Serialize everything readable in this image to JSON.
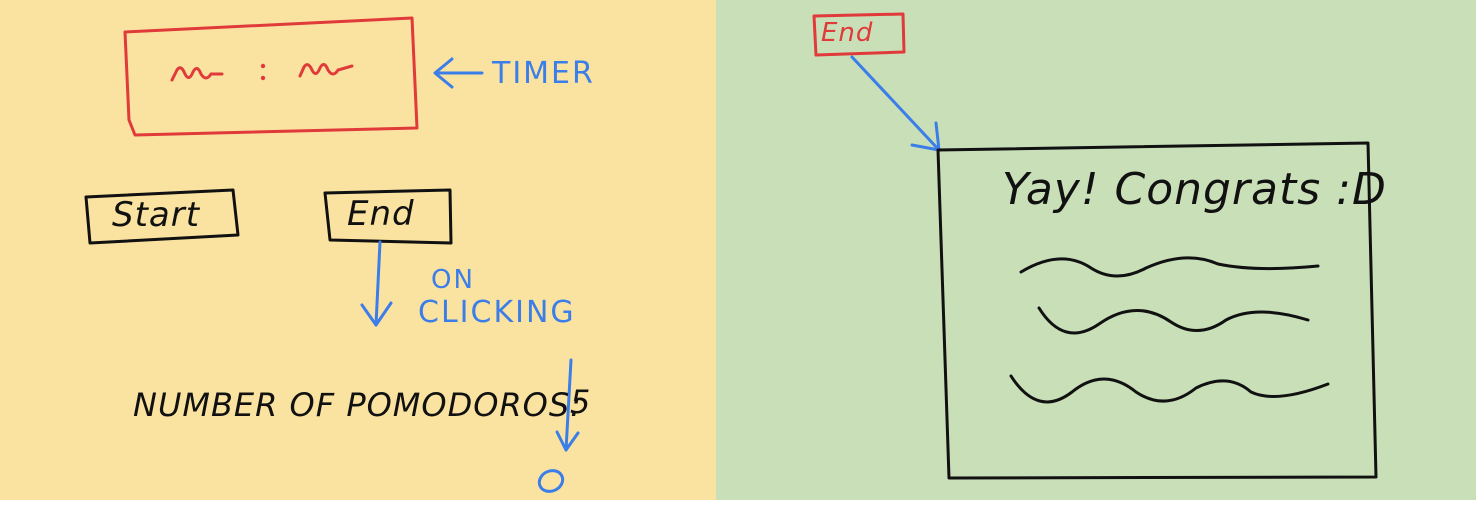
{
  "colors": {
    "left_background": "#fae3a0",
    "right_background": "#c9dfb8",
    "ink_black": "#111111",
    "ink_red": "#e03a3a",
    "ink_blue": "#3b7de9"
  },
  "left_panel": {
    "timer_label": "TIMER",
    "start_button": "Start",
    "end_button": "End",
    "on_label": "ON",
    "clicking_label": "CLICKING",
    "pomodoro_label": "NUMBER OF POMODOROS:",
    "pomodoro_old_value": "5",
    "pomodoro_new_value": "0"
  },
  "right_panel": {
    "end_button": "End",
    "dialog_title": "Yay! Congrats :D"
  }
}
